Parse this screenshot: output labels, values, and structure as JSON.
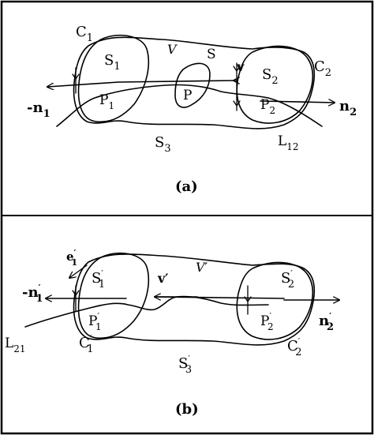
{
  "panel_a": {
    "caption": "(a)",
    "labels": {
      "C1": {
        "main": "C",
        "sub": "1"
      },
      "S1": {
        "main": "S",
        "sub": "1"
      },
      "V": {
        "main": "V"
      },
      "S": {
        "main": "S"
      },
      "v": {
        "main": "v"
      },
      "S2": {
        "main": "S",
        "sub": "2"
      },
      "C2": {
        "main": "C",
        "sub": "2"
      },
      "n1": {
        "main": "-n",
        "sub": "1"
      },
      "P1": {
        "main": "P",
        "sub": "1"
      },
      "P": {
        "main": "P"
      },
      "P2": {
        "main": "P",
        "sub": "2"
      },
      "n2": {
        "main": "n",
        "sub": "2"
      },
      "S3": {
        "main": "S",
        "sub": "3"
      },
      "L12": {
        "main": "L",
        "sub": "12"
      }
    }
  },
  "panel_b": {
    "caption": "(b)",
    "labels": {
      "e1": {
        "main": "e",
        "sub": "1",
        "prime": "′"
      },
      "V": {
        "main": "V′"
      },
      "S1": {
        "main": "S",
        "sub": "1",
        "prime": "′"
      },
      "v": {
        "main": "v′"
      },
      "S2": {
        "main": "S",
        "sub": "2",
        "prime": "′"
      },
      "n1": {
        "main": "-n",
        "sub": "1",
        "prime": "′"
      },
      "P1": {
        "main": "P",
        "sub": "1",
        "prime": "′"
      },
      "P2": {
        "main": "P",
        "sub": "2",
        "prime": "′"
      },
      "n2": {
        "main": "n",
        "sub": "2",
        "prime": "′"
      },
      "L21": {
        "main": "L",
        "sub": "21"
      },
      "C1": {
        "main": "C",
        "sub": "1",
        "prime": "′"
      },
      "C2": {
        "main": "C",
        "sub": "2",
        "prime": "′"
      },
      "S3": {
        "main": "S",
        "sub": "3",
        "prime": "′"
      }
    }
  }
}
